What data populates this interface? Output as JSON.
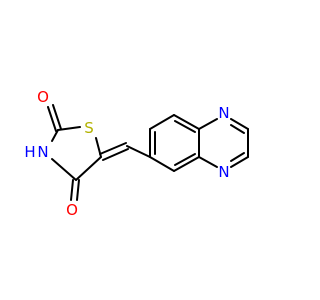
{
  "molecule": {
    "atoms": {
      "o_top": "O",
      "s": "S",
      "nh": "N",
      "h": "H",
      "o_bottom": "O",
      "n_top": "N",
      "n_bottom": "N"
    }
  },
  "colors": {
    "bond": "#000000",
    "oxygen": "#ff0000",
    "nitrogen": "#0000ff",
    "sulfur": "#b2b200",
    "background": "#ffffff"
  }
}
